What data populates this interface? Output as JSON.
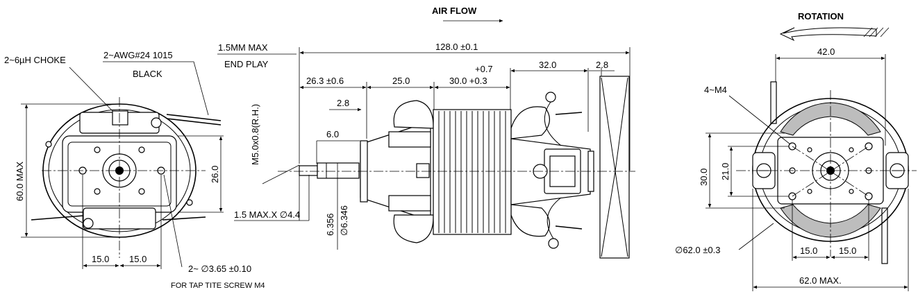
{
  "header": {
    "air_flow": "AIR FLOW",
    "rotation": "ROTATION"
  },
  "front_view": {
    "choke": "2~6µH CHOKE",
    "wire_awg": "2~AWG#24 1015",
    "wire_color": "BLACK",
    "height_max": "60.0 MAX",
    "bracket_height": "26.0",
    "spacing_left": "15.0",
    "spacing_right": "15.0",
    "hole_spec": "2~ ∅3.65 ±0.10",
    "screw_note": "FOR TAP TITE SCREW M4"
  },
  "side_view": {
    "end_play_1": "1.5MM MAX",
    "end_play_2": "END PLAY",
    "total_length": "128.0 ±0.1",
    "dim_shaft": "26.3 ±0.6",
    "dim_25": "25.0",
    "dim_stack_main": "30.0 +0.3",
    "dim_stack_tol": "+0.7",
    "dim_32": "32.0",
    "dim_2_8_top": "2.8",
    "dim_2_8_left": "2.8",
    "dim_6": "6.0",
    "thread": "M5.0x0.8(R.H.)",
    "shaft_d1": "6.356",
    "shaft_d2": "∅6.346",
    "shaft_end": "1.5 MAX.X ∅4.4"
  },
  "rear_view": {
    "width_top": "42.0",
    "holes": "4~M4",
    "height_30": "30.0",
    "height_21": "21.0",
    "diameter": "∅62.0 ±0.3",
    "spacing_left": "15.0",
    "spacing_right": "15.0",
    "width_max": "62.0 MAX."
  }
}
